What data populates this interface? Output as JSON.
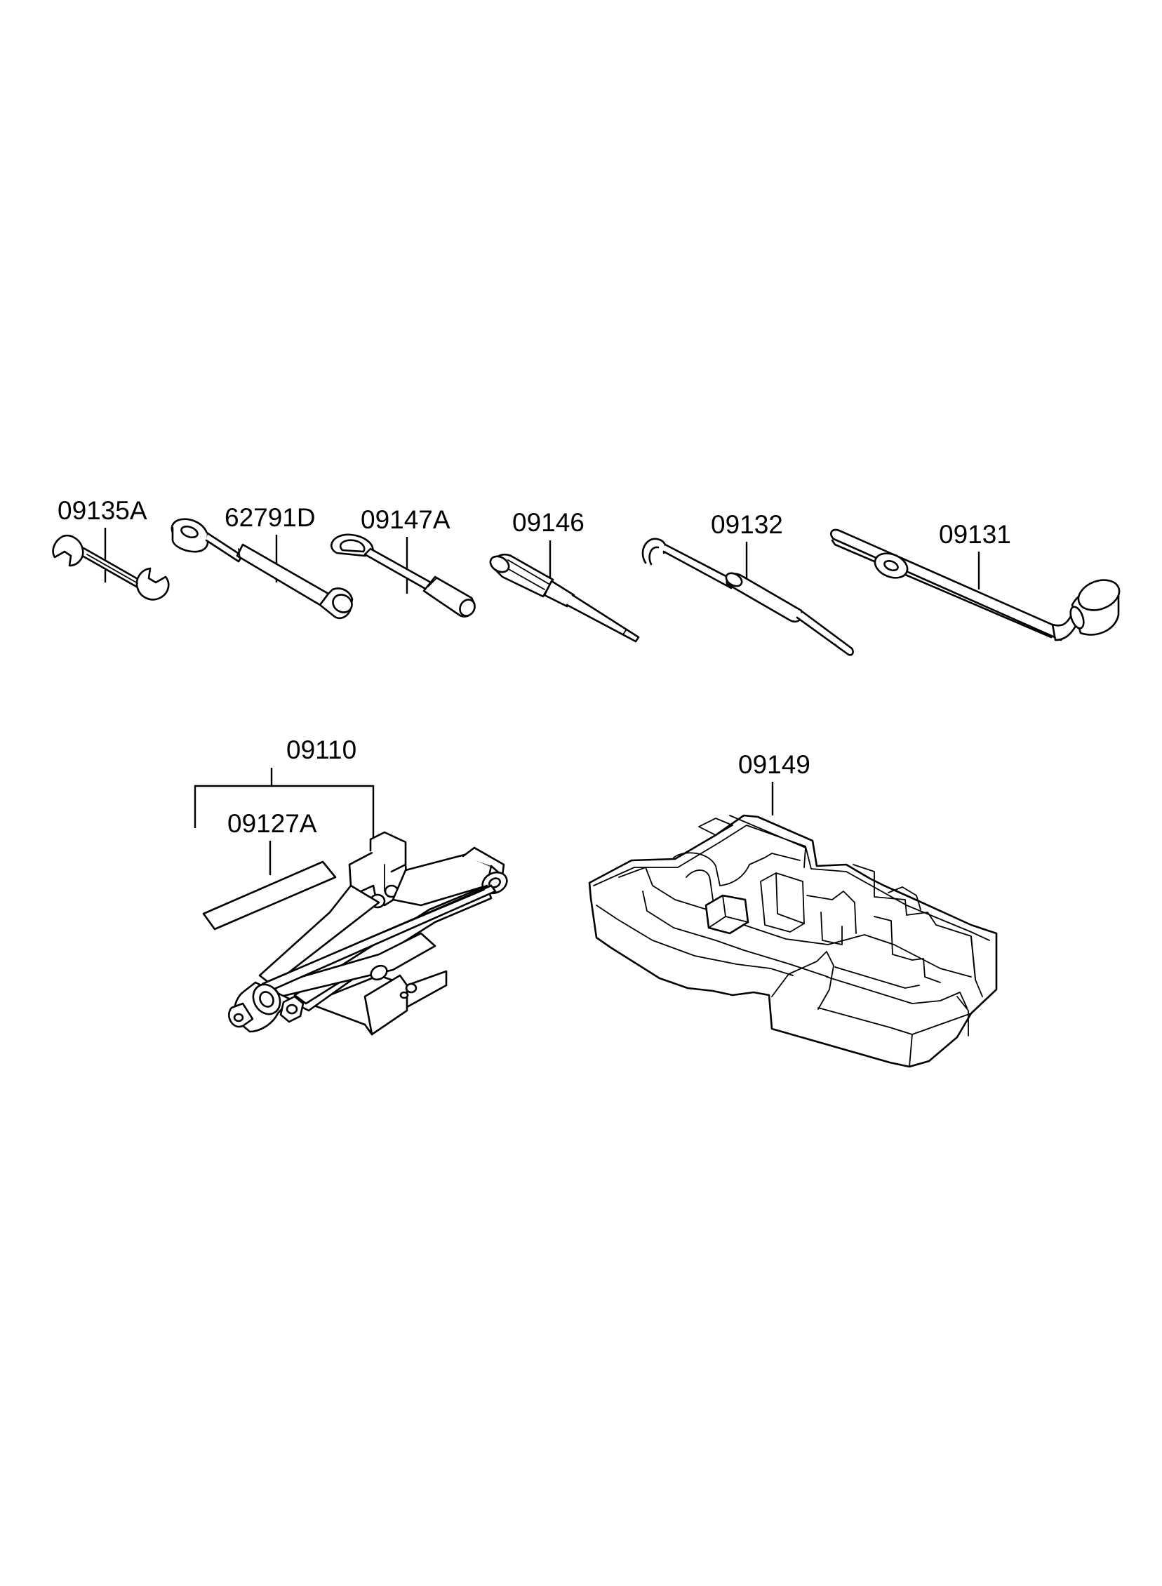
{
  "parts": [
    {
      "id": "spanner",
      "label": "09135A"
    },
    {
      "id": "extension-bar",
      "label": "62791D"
    },
    {
      "id": "towing-hook",
      "label": "09147A"
    },
    {
      "id": "screwdriver",
      "label": "09146"
    },
    {
      "id": "hook-rod",
      "label": "09132"
    },
    {
      "id": "wheel-wrench",
      "label": "09131"
    },
    {
      "id": "jack-assembly",
      "label": "09110"
    },
    {
      "id": "jack-label",
      "label": "09127A"
    },
    {
      "id": "tool-tray",
      "label": "09149"
    }
  ]
}
